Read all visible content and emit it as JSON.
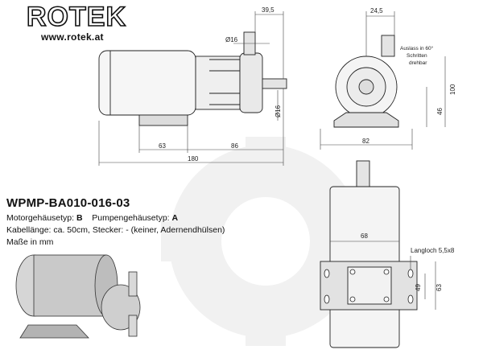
{
  "brand": {
    "name": "ROTEK",
    "url": "www.rotek.at"
  },
  "product": {
    "model": "WPMP-BA010-016-03",
    "motor_housing_label": "Motorgehäusetyp:",
    "motor_housing_value": "B",
    "pump_housing_label": "Pumpengehäusetyp:",
    "pump_housing_value": "A",
    "cable_line": "Kabellänge: ca. 50cm, Stecker: - (keiner, Adernendhülsen)",
    "units_note": "Maße in mm"
  },
  "dimensions": {
    "top_offset": "39,5",
    "inlet_dia": "Ø16",
    "outlet_dia": "Ø16",
    "base_width": "63",
    "pump_length": "86",
    "total_length": "180",
    "front_offset": "24,5",
    "front_width": "82",
    "height_total": "100",
    "height_outlet": "46",
    "outlet_note_1": "Auslass in 60°",
    "outlet_note_2": "Schritten",
    "outlet_note_3": "drehbar",
    "bottom_width": "68",
    "slot_label": "Langloch 5,5x8",
    "slot_height": "49",
    "slot_span": "63"
  }
}
